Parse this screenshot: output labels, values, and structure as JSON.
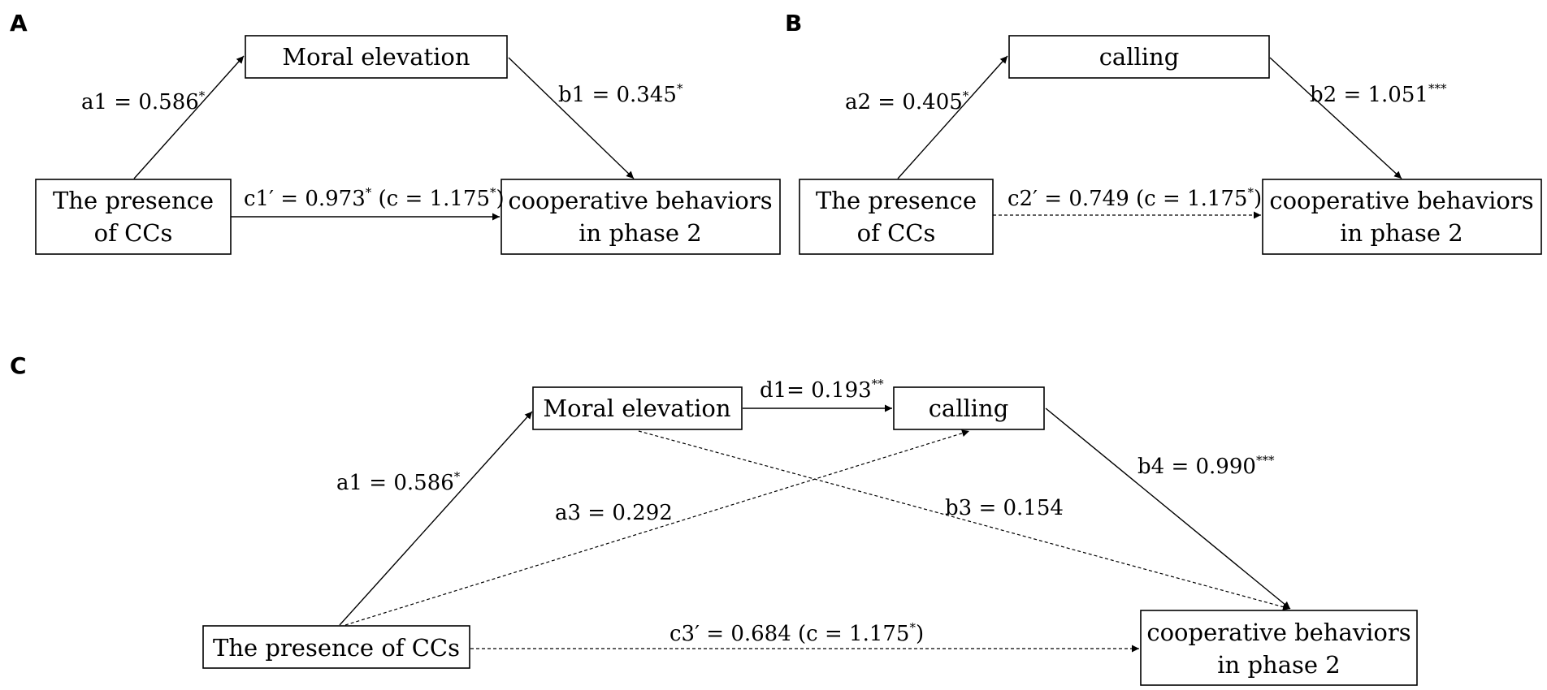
{
  "panels": {
    "A": {
      "label": "A",
      "mediator": "Moral elevation",
      "predictor": [
        "The presence",
        "of CCs"
      ],
      "outcome": [
        "cooperative behaviors",
        "in phase 2"
      ],
      "path_a": {
        "text": "a1 = 0.586",
        "sig": "*"
      },
      "path_b": {
        "text": "b1 = 0.345",
        "sig": "*"
      },
      "path_c": {
        "pre": "c1′ = 0.973",
        "sig1": "*",
        "mid": " (c = 1.175",
        "sig2": "*",
        "post": ")"
      }
    },
    "B": {
      "label": "B",
      "mediator": "calling",
      "predictor": [
        "The presence",
        "of CCs"
      ],
      "outcome": [
        "cooperative behaviors",
        "in phase 2"
      ],
      "path_a": {
        "text": "a2 = 0.405",
        "sig": "*"
      },
      "path_b": {
        "text": "b2 = 1.051",
        "sig": "***"
      },
      "path_c": {
        "pre": "c2′ = 0.749 (c = 1.175",
        "sig1": "*",
        "post": ")"
      }
    },
    "C": {
      "label": "C",
      "mediator1": "Moral elevation",
      "mediator2": "calling",
      "predictor": "The presence of CCs",
      "outcome": [
        "cooperative behaviors",
        "in phase 2"
      ],
      "path_a1": {
        "text": "a1 = 0.586",
        "sig": "*"
      },
      "path_d1": {
        "text": "d1= 0.193",
        "sig": "**"
      },
      "path_a3": {
        "text": "a3 = 0.292"
      },
      "path_b3": {
        "text": "b3 = 0.154"
      },
      "path_b4": {
        "text": "b4 = 0.990",
        "sig": "***"
      },
      "path_c": {
        "pre": "c3′ = 0.684 (c = 1.175",
        "sig1": "*",
        "post": ")"
      }
    }
  }
}
